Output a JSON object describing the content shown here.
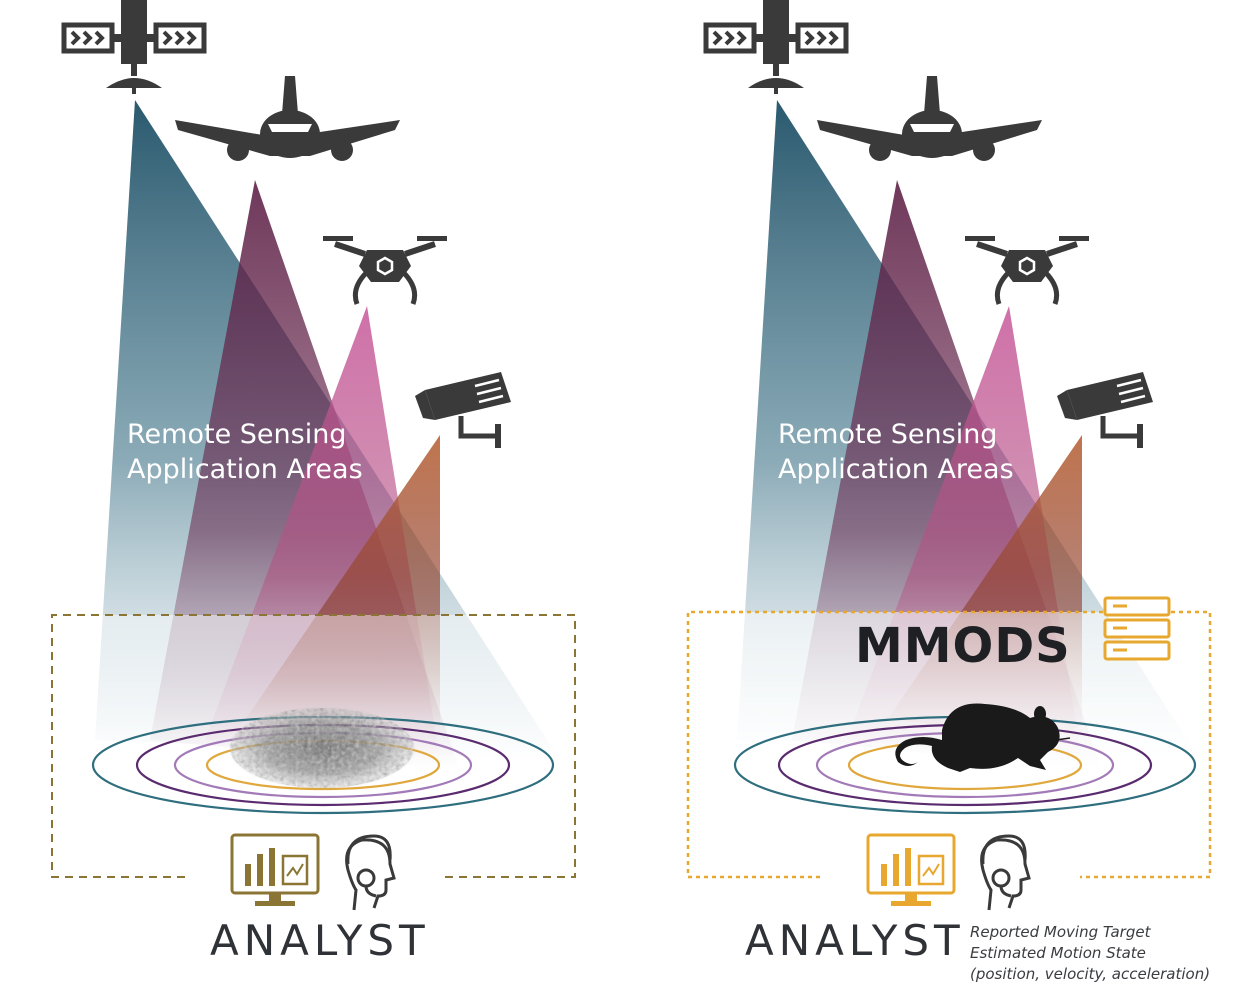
{
  "left_panel": {
    "title_line1": "Remote Sensing",
    "title_line2": "Application Areas",
    "analyst_label": "ANALYST"
  },
  "right_panel": {
    "title_line1": "Remote Sensing",
    "title_line2": "Application Areas",
    "system_label": "MMODS",
    "analyst_label": "ANALYST",
    "note_line1": "Reported Moving Target",
    "note_line2": "Estimated Motion State",
    "note_line3": "(position, velocity, acceleration)"
  },
  "icons": {
    "sensors": [
      "satellite-icon",
      "airplane-icon",
      "drone-icon",
      "security-camera-icon"
    ],
    "left_target": "noise-target-icon",
    "right_target": "mouse-icon",
    "analyst": [
      "monitor-chart-icon",
      "headset-operator-icon"
    ],
    "system": "server-stack-icon"
  },
  "colors": {
    "satellite_beam": "#2b5a6e",
    "airplane_beam": "#6a2a4f",
    "drone_beam": "#c75b93",
    "camera_beam": "#b8643a",
    "icon_dark": "#3a3a3a",
    "left_accent": "#8b7535",
    "right_accent": "#e8a72e",
    "ring_teal": "#2e6e7e",
    "ring_purple": "#5a2b6e",
    "ring_violet": "#a37ab8",
    "ring_gold": "#e0a83c"
  }
}
